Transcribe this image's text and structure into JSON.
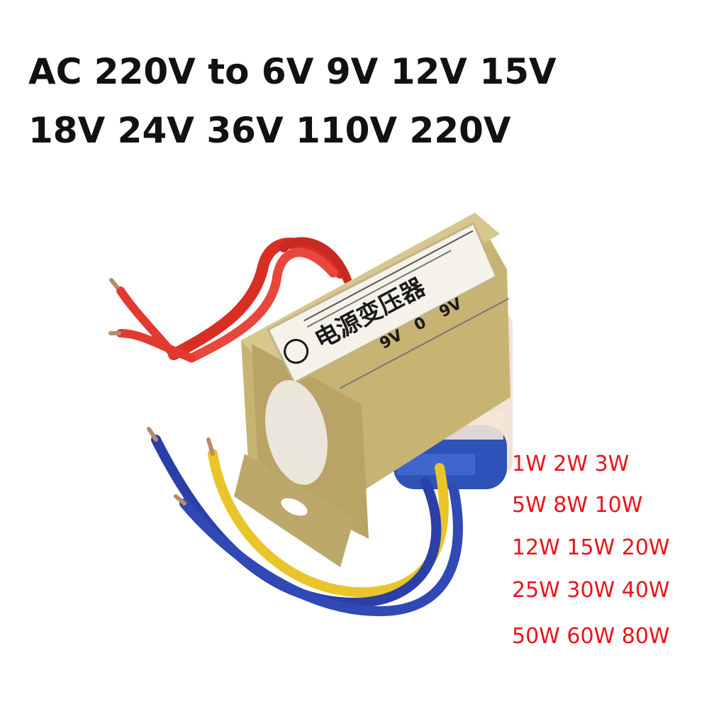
{
  "headline": {
    "line1": "AC 220V to 6V 9V 12V 15V",
    "line2": "18V 24V 36V 110V 220V"
  },
  "power_ratings": [
    "1W 2W 3W",
    "5W 8W 10W",
    "12W 15W 20W",
    "25W 30W 40W",
    "50W 60W 80W"
  ],
  "product_label": {
    "title": "电源变压器",
    "voltage_left": "9V",
    "voltage_mid": "0",
    "voltage_right": "9V"
  },
  "colors": {
    "headline": "#111111",
    "ratings": "#e8141c",
    "housing": "#c9b97a",
    "red_wire": "#e23a30",
    "blue_wire": "#2b3fa8",
    "yellow_wire": "#e9c52a"
  }
}
